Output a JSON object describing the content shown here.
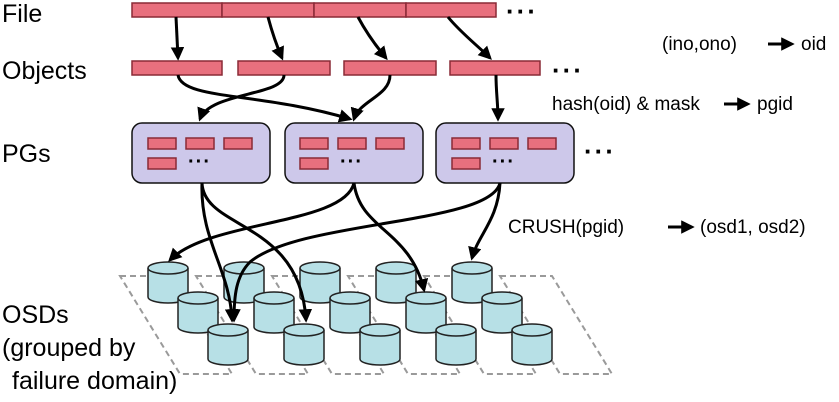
{
  "labels": {
    "file": "File",
    "objects": "Objects",
    "pgs": "PGs",
    "osds_line1": "OSDs",
    "osds_line2": "(grouped by",
    "osds_line3": "failure domain)"
  },
  "notes": {
    "object_id_input": "(ino,ono)",
    "object_id_output": "oid",
    "pg_hash_input": "hash(oid) & mask",
    "pg_hash_output": "pgid",
    "crush_input": "CRUSH(pgid)",
    "crush_output": "(osd1, osd2)"
  },
  "ellipsis": "···",
  "pg_ellipsis": "···",
  "colors": {
    "segment_fill": "#e8707e",
    "pg_fill": "#cdc8ea",
    "osd_fill": "#b7e0e6",
    "failure_domain_outline": "#9a9a9a"
  }
}
